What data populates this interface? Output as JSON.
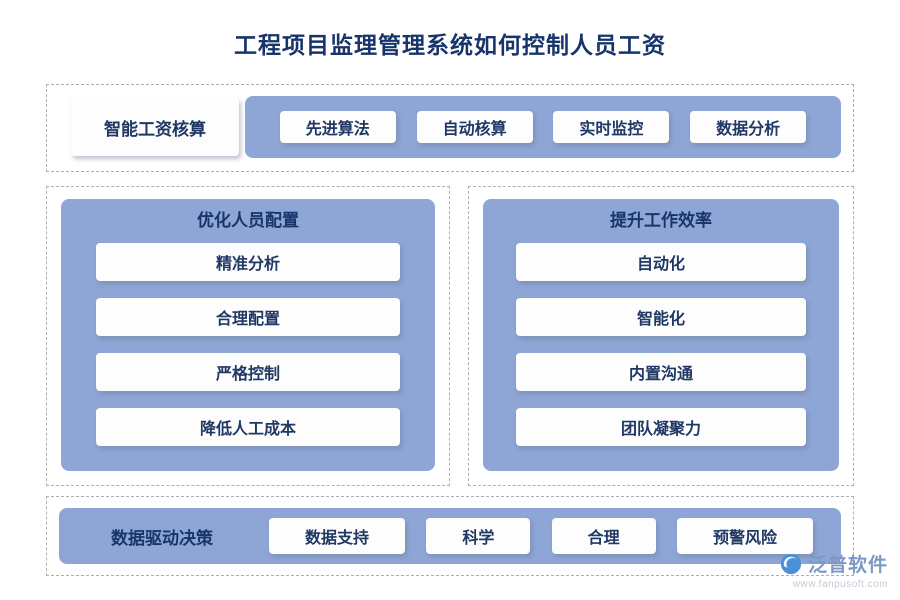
{
  "title": "工程项目监理管理系统如何控制人员工资",
  "top": {
    "label": "智能工资核算",
    "items": [
      "先进算法",
      "自动核算",
      "实时监控",
      "数据分析"
    ]
  },
  "panels": {
    "left": {
      "header": "优化人员配置",
      "items": [
        "精准分析",
        "合理配置",
        "严格控制",
        "降低人工成本"
      ]
    },
    "right": {
      "header": "提升工作效率",
      "items": [
        "自动化",
        "智能化",
        "内置沟通",
        "团队凝聚力"
      ]
    }
  },
  "bottom": {
    "label": "数据驱动决策",
    "items": [
      "数据支持",
      "科学",
      "合理",
      "预警风险"
    ]
  },
  "footer": {
    "brand": "泛普软件",
    "watermark": "www.fanpusoft.com"
  },
  "colors": {
    "band": "#8DA6D6",
    "title_text": "#17356B",
    "button_text": "#1F3864",
    "brand_blue": "#7E98C6"
  }
}
